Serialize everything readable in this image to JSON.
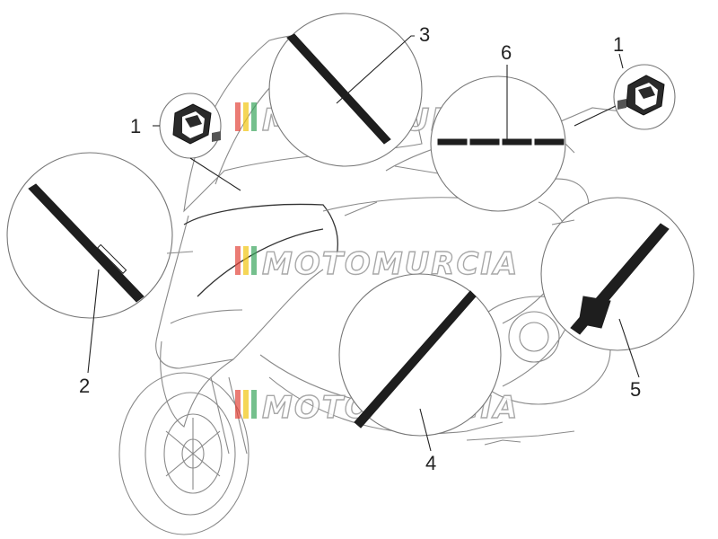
{
  "callouts": {
    "c1_left": "1",
    "c1_right": "1",
    "c2": "2",
    "c3": "3",
    "c4": "4",
    "c5": "5",
    "c6": "6"
  },
  "watermark": {
    "text": "MOTOMURCIA",
    "stripe_colors": [
      "#e2443a",
      "#f1c40f",
      "#3aa55c"
    ]
  },
  "icons": {
    "emblem": "piaggio-emblem-icon",
    "brake_disc": "brake-disc-icon"
  },
  "colors": {
    "line_art": "#8a8a8a",
    "ink": "#222222"
  }
}
